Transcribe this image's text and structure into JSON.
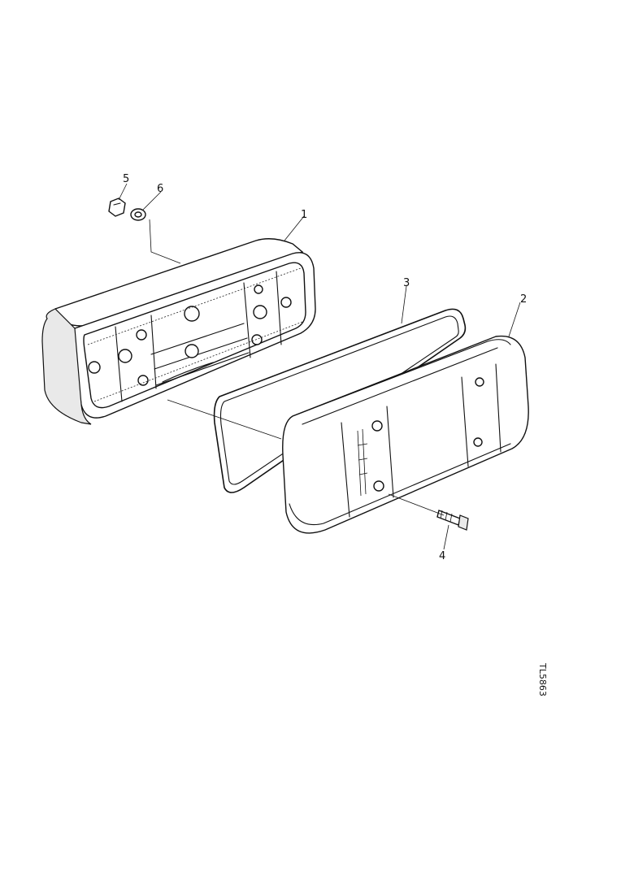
{
  "callouts": {
    "housing": "1",
    "lens": "2",
    "gasket": "3",
    "screw": "4",
    "nut": "5",
    "washer": "6"
  },
  "drawing_number": "TL5863"
}
